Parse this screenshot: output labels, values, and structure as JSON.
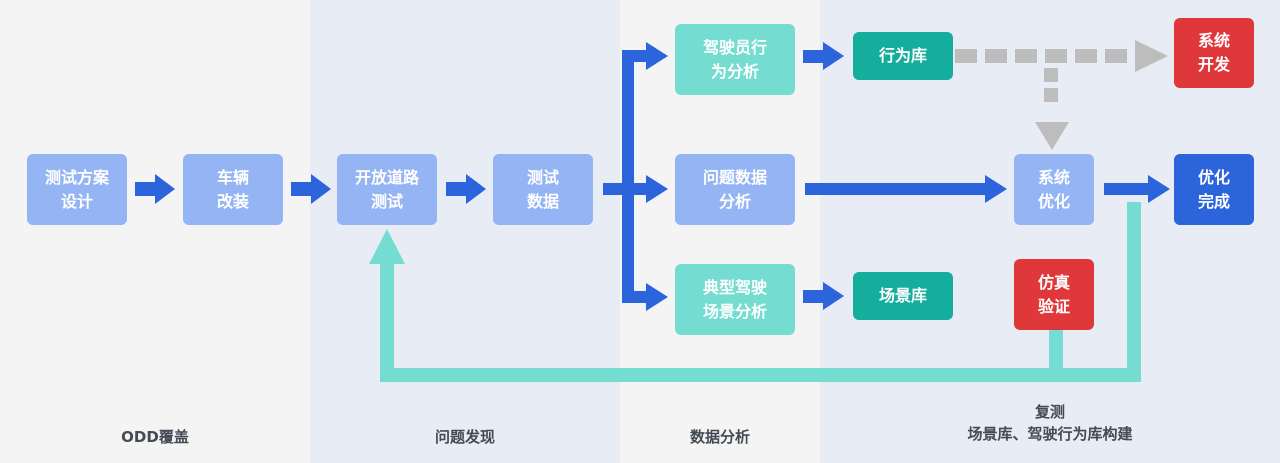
{
  "colors": {
    "band_light": "#f4f4f5",
    "band_blue": "#e8ecf5",
    "box_light_blue": "#94b4f4",
    "box_teal_light": "#74dcd0",
    "box_teal_dark": "#15ad9c",
    "box_red": "#e0383a",
    "box_blue_dark": "#2c64dc",
    "arrow_blue": "#2c64dc",
    "arrow_gray": "#bdbdbd",
    "arrow_teal": "#74dcd0"
  },
  "phases": {
    "odd": "ODD覆盖",
    "discovery": "问题发现",
    "analysis": "数据分析",
    "build": "复测\n场景库、驾驶行为库构建"
  },
  "nodes": {
    "test_plan": "测试方案\n设计",
    "vehicle_mod": "车辆\n改装",
    "open_road": "开放道路\n测试",
    "test_data": "测试\n数据",
    "driver_behavior": "驾驶员行\n为分析",
    "issue_data": "问题数据\n分析",
    "typical_scene": "典型驾驶\n场景分析",
    "behavior_lib": "行为库",
    "scene_lib": "场景库",
    "sys_dev": "系统\n开发",
    "sys_opt": "系统\n优化",
    "opt_done": "优化\n完成",
    "sim_verify": "仿真\n验证"
  }
}
